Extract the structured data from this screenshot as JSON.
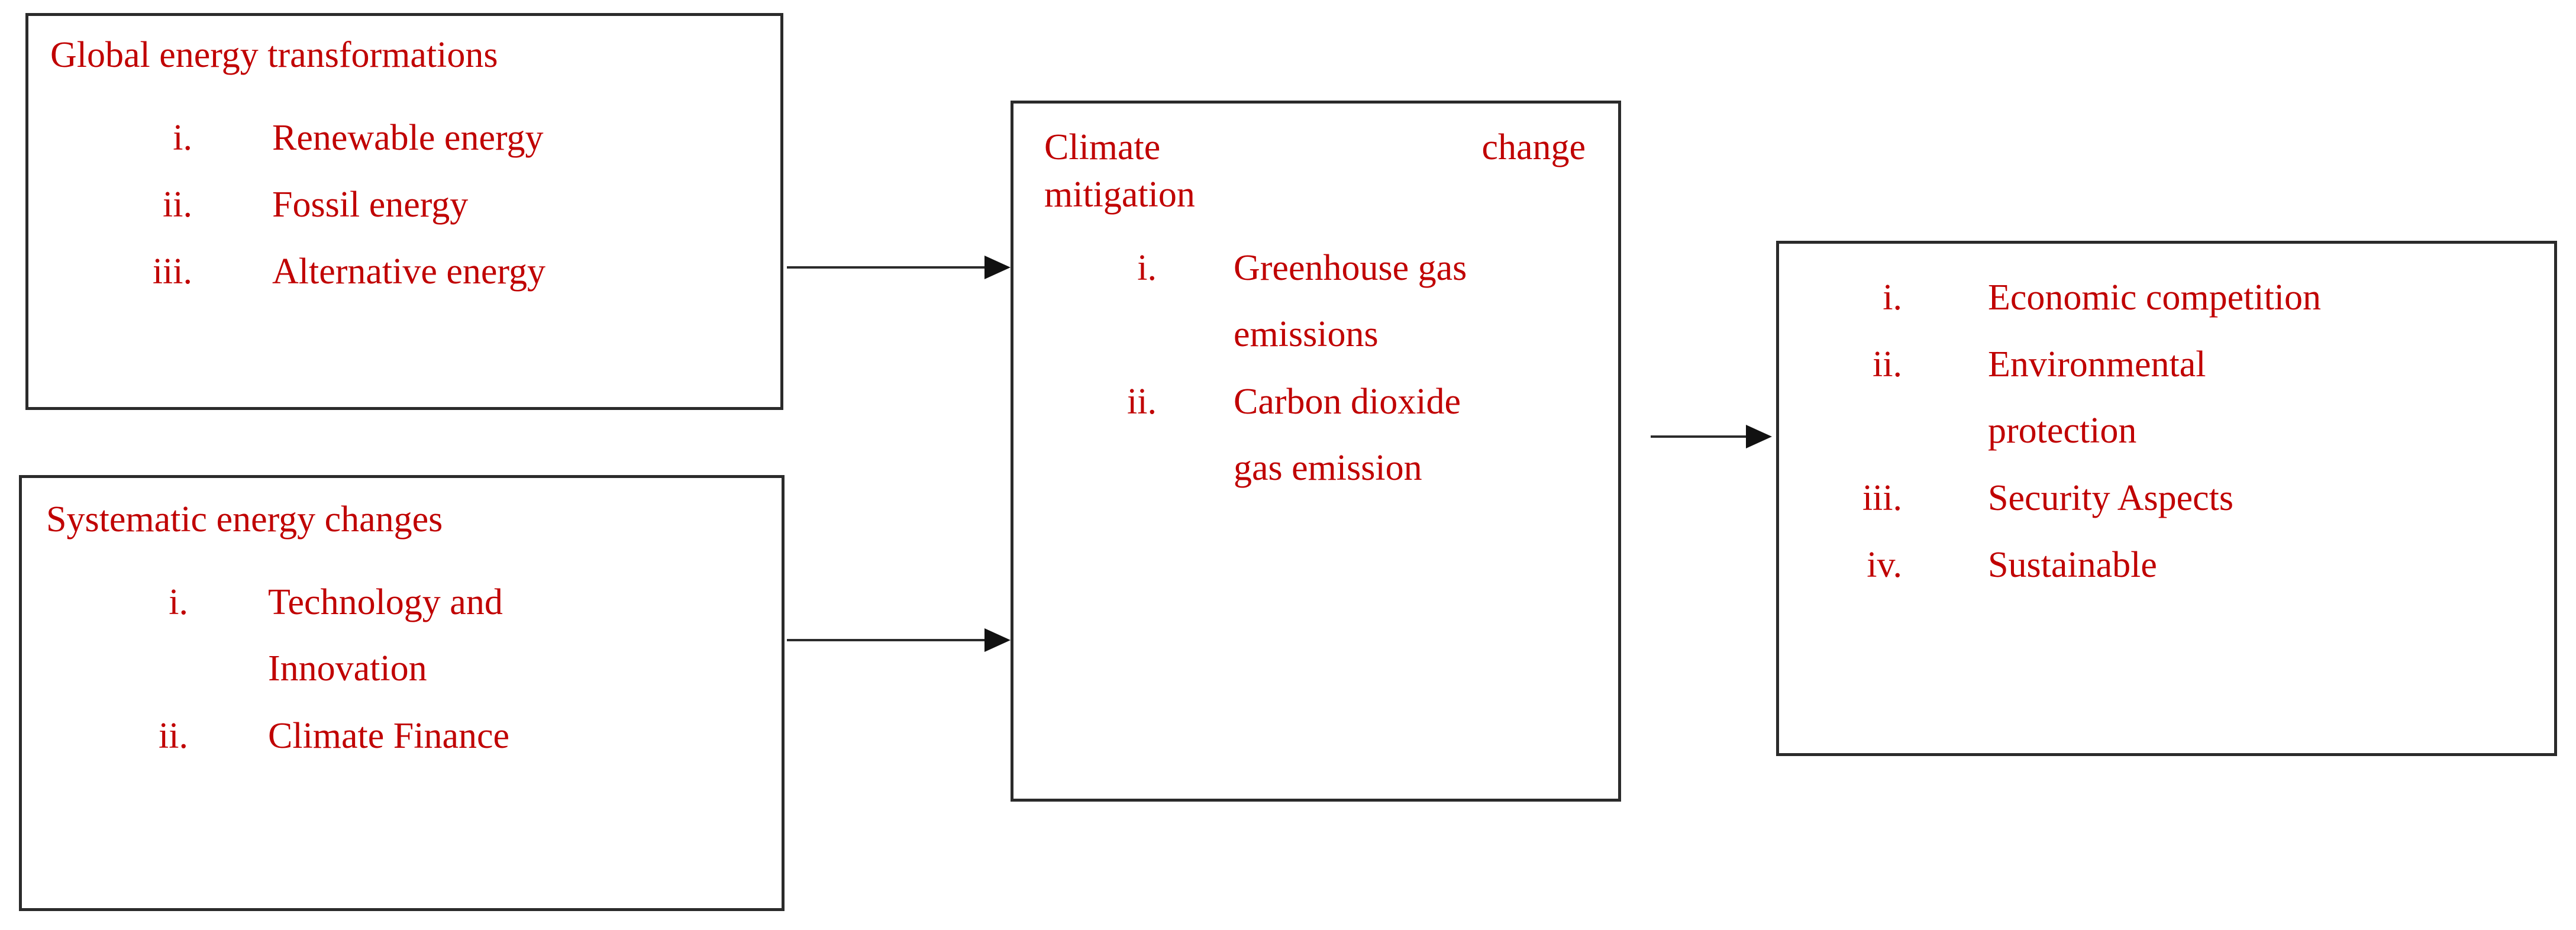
{
  "diagram": {
    "title_present": false,
    "accent_color": "#C00000",
    "border_color": "#2b2b2b",
    "background": "#ffffff",
    "boxes": [
      {
        "id": "global-energy-transformations",
        "heading": "Global energy transformations",
        "heading_style": "left",
        "items": [
          {
            "numeral": "i.",
            "text": "Renewable energy"
          },
          {
            "numeral": "ii.",
            "text": "Fossil energy"
          },
          {
            "numeral": "iii.",
            "text": "Alternative energy"
          }
        ]
      },
      {
        "id": "systematic-energy-changes",
        "heading": "Systematic energy changes",
        "heading_style": "left",
        "items": [
          {
            "numeral": "i.",
            "text": "Technology and",
            "text2": "Innovation"
          },
          {
            "numeral": "ii.",
            "text": "Climate Finance",
            "text2": ""
          }
        ]
      },
      {
        "id": "climate-change-mitigation",
        "heading_word1": "Climate",
        "heading_word2": "change",
        "heading_line2": "mitigation",
        "heading_style": "justified",
        "items": [
          {
            "numeral": "i.",
            "text": "Greenhouse gas",
            "text2": "emissions"
          },
          {
            "numeral": "ii.",
            "text": "Carbon dioxide",
            "text2": "gas emission"
          }
        ]
      },
      {
        "id": "outcomes",
        "heading": "",
        "heading_style": "none",
        "items": [
          {
            "numeral": "i.",
            "text": "Economic competition",
            "text2": ""
          },
          {
            "numeral": "ii.",
            "text": "Environmental",
            "text2": "protection"
          },
          {
            "numeral": "iii.",
            "text": "Security Aspects",
            "text2": ""
          },
          {
            "numeral": "iv.",
            "text": "Sustainable",
            "text2": ""
          }
        ]
      }
    ],
    "arrows": [
      {
        "id": "arrow-box1-to-middle",
        "from": "global-energy-transformations",
        "to": "climate-change-mitigation"
      },
      {
        "id": "arrow-box2-to-middle",
        "from": "systematic-energy-changes",
        "to": "climate-change-mitigation"
      },
      {
        "id": "arrow-middle-to-outcomes",
        "from": "climate-change-mitigation",
        "to": "outcomes"
      }
    ]
  }
}
